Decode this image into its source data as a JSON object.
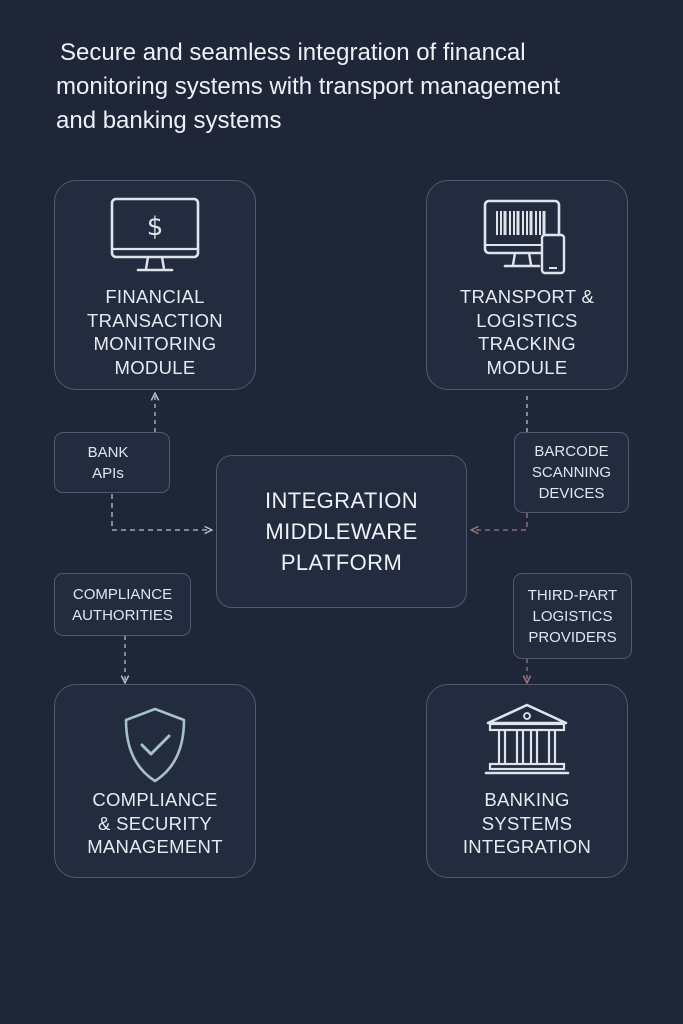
{
  "title": {
    "lines": [
      "Secure and seamless integration of financal",
      "monitoring systems with transport management",
      "and banking systems"
    ]
  },
  "modules": {
    "financial": {
      "icon": "monitor-dollar-icon",
      "lines": [
        "FINANCIAL",
        "TRANSACTION",
        "MONITORING",
        "MODULE"
      ]
    },
    "transport": {
      "icon": "barcode-monitor-phone-icon",
      "lines": [
        "TRANSPORT &",
        "LOGISTICS",
        "TRACKING",
        "MODULE"
      ]
    },
    "compliance": {
      "icon": "shield-check-icon",
      "lines": [
        "COMPLIANCE",
        "& SECURITY",
        "MANAGEMENT"
      ]
    },
    "banking": {
      "icon": "bank-building-icon",
      "lines": [
        "BANKING",
        "SYSTEMS",
        "INTEGRATION"
      ]
    }
  },
  "center": {
    "lines": [
      "INTEGRATION",
      "MIDDLEWARE",
      "PLATFORM"
    ]
  },
  "tags": {
    "bank_apis": [
      "BANK",
      "APIs"
    ],
    "barcode": [
      "BARCODE",
      "SCANNING",
      "DEVICES"
    ],
    "compliance_auth": [
      "COMPLIANCE",
      "AUTHORITIES"
    ],
    "third_party": [
      "THIRD-PART",
      "LOGISTICS",
      "PROVIDERS"
    ]
  },
  "colors": {
    "background": "#1e2638",
    "box_border": "#4e5a70",
    "connector": "#b9c1cf",
    "connector_muted": "#9a7a80",
    "icon_stroke": "#dfe4ec",
    "shield_stroke": "#a7c2c4"
  }
}
